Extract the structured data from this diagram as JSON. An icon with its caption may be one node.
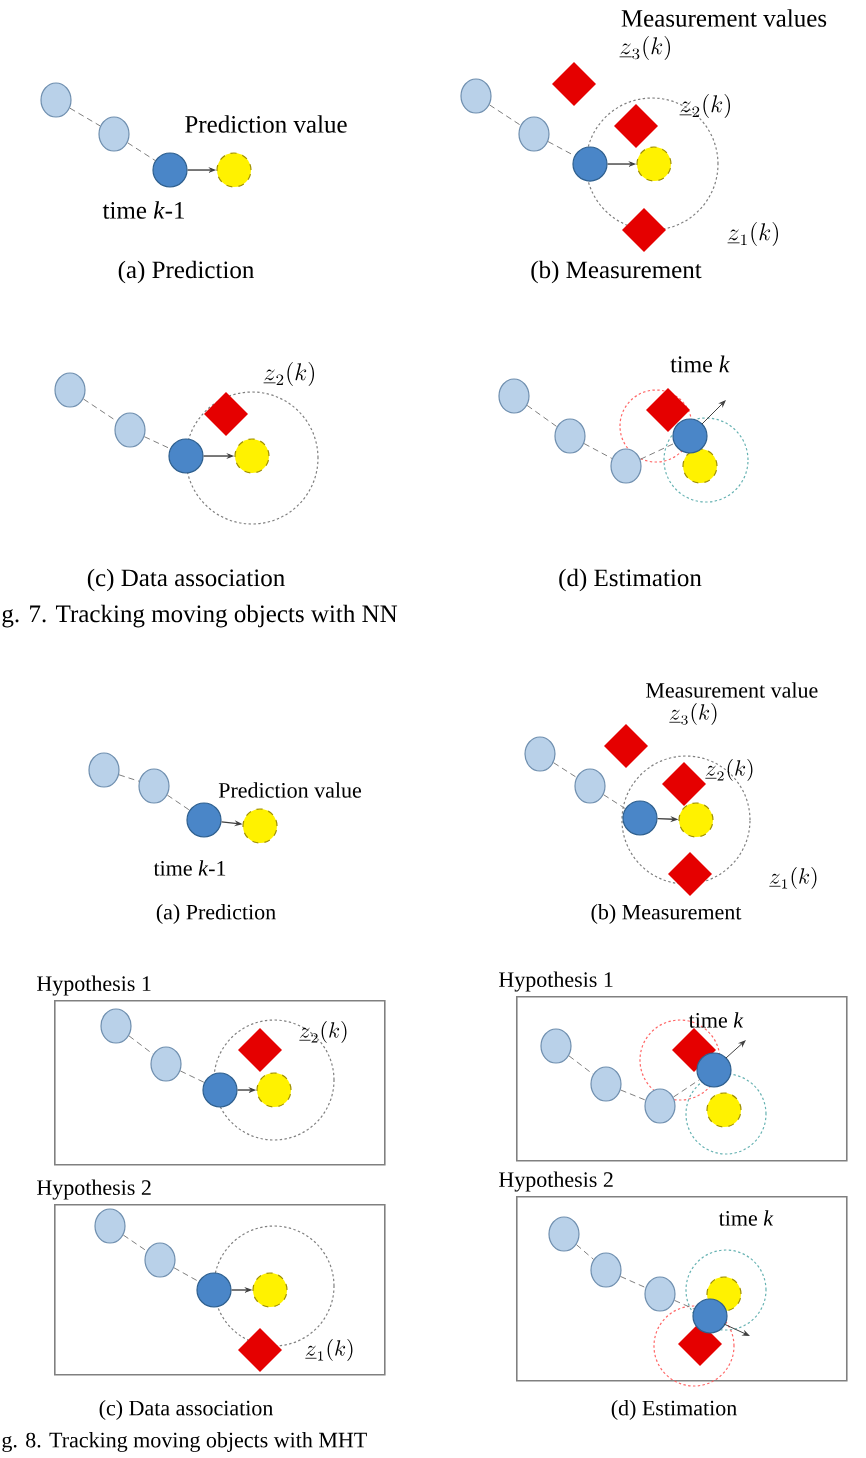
{
  "diagram": {
    "nodes": [
      {
        "text": [],
        "shape": "circle"
      },
      {
        "text": [],
        "shape": "circle"
      },
      {
        "text": [],
        "shape": "circle"
      },
      {
        "text": [],
        "shape": "circle"
      },
      {
        "text": [],
        "shape": "circle"
      },
      {
        "text": [],
        "shape": "circle"
      },
      {
        "text": [],
        "shape": "circle"
      },
      {
        "text": [],
        "shape": "circle"
      },
      {
        "text": [],
        "shape": "circle"
      },
      {
        "text": [],
        "shape": "circle"
      },
      {
        "text": [],
        "shape": "circle"
      },
      {
        "text": [],
        "shape": "circle"
      },
      {
        "text": [],
        "shape": "circle"
      },
      {
        "text": [],
        "shape": "circle"
      },
      {
        "text": [],
        "shape": "circle"
      },
      {
        "text": [],
        "shape": "circle"
      },
      {
        "text": [],
        "shape": "circle"
      },
      {
        "text": [],
        "shape": "circle"
      },
      {
        "text": [],
        "shape": "circle"
      },
      {
        "text": [],
        "shape": "circle"
      },
      {
        "text": [],
        "shape": "circle"
      },
      {
        "text": [],
        "shape": "circle"
      },
      {
        "text": [],
        "shape": "circle"
      },
      {
        "text": [],
        "shape": "circle"
      },
      {
        "text": [],
        "shape": "circle"
      },
      {
        "text": [
          "Hypothesis 1"
        ]
      },
      {
        "text": [],
        "shape": "circle",
        "in": 25
      },
      {
        "text": [],
        "shape": "circle",
        "in": 25
      },
      {
        "text": [],
        "shape": "circle",
        "in": 25
      },
      {
        "text": [],
        "shape": "circle",
        "in": 25
      },
      {
        "text": [
          "Hypothesis 1"
        ]
      },
      {
        "text": [],
        "shape": "circle",
        "in": 30
      },
      {
        "text": [],
        "shape": "circle",
        "in": 30
      },
      {
        "text": [],
        "shape": "circle",
        "in": 30
      },
      {
        "text": [],
        "shape": "circle",
        "in": 30
      },
      {
        "text": [],
        "shape": "circle",
        "in": 30
      },
      {
        "text": [
          "Hypothesis 2"
        ]
      },
      {
        "text": [],
        "shape": "circle",
        "in": 36
      },
      {
        "text": [],
        "shape": "circle",
        "in": 36
      },
      {
        "text": [],
        "shape": "circle",
        "in": 36
      },
      {
        "text": [],
        "shape": "circle",
        "in": 36
      },
      {
        "text": [
          "Hypothesis 2"
        ]
      },
      {
        "text": [],
        "shape": "circle",
        "in": 41
      },
      {
        "text": [],
        "shape": "circle",
        "in": 41
      },
      {
        "text": [],
        "shape": "circle",
        "in": 41
      },
      {
        "text": [],
        "shape": "circle",
        "in": 41
      },
      {
        "text": [],
        "shape": "circle",
        "in": 41
      }
    ],
    "edges": [
      {
        "from": 0,
        "to": 1,
        "arrow": "none",
        "style": "dashed"
      },
      {
        "from": 1,
        "to": 2,
        "arrow": "none",
        "style": "dashed"
      },
      {
        "from": 2,
        "to": 3,
        "arrow": "to"
      },
      {
        "from": 4,
        "to": 5,
        "arrow": "none",
        "style": "dashed"
      },
      {
        "from": 5,
        "to": 6,
        "arrow": "none",
        "style": "dashed"
      },
      {
        "from": 6,
        "to": 7,
        "arrow": "to"
      },
      {
        "from": 8,
        "to": 9,
        "arrow": "none",
        "style": "dashed"
      },
      {
        "from": 9,
        "to": 10,
        "arrow": "none",
        "style": "dashed"
      },
      {
        "from": 10,
        "to": 11,
        "arrow": "to"
      },
      {
        "from": 12,
        "to": 13,
        "arrow": "none",
        "style": "dashed"
      },
      {
        "from": 13,
        "to": 14,
        "arrow": "none",
        "style": "dashed"
      },
      {
        "from": 14,
        "to": 15,
        "arrow": "none",
        "style": "dashed"
      },
      {
        "from": 17,
        "to": 18,
        "arrow": "none",
        "style": "dashed"
      },
      {
        "from": 18,
        "to": 19,
        "arrow": "none",
        "style": "dashed"
      },
      {
        "from": 19,
        "to": 20,
        "arrow": "to"
      },
      {
        "from": 21,
        "to": 22,
        "arrow": "none",
        "style": "dashed"
      },
      {
        "from": 22,
        "to": 23,
        "arrow": "none",
        "style": "dashed"
      },
      {
        "from": 23,
        "to": 24,
        "arrow": "to"
      },
      {
        "from": 26,
        "to": 27,
        "arrow": "none",
        "style": "dashed"
      },
      {
        "from": 27,
        "to": 28,
        "arrow": "none",
        "style": "dashed"
      },
      {
        "from": 28,
        "to": 29,
        "arrow": "to"
      },
      {
        "from": 31,
        "to": 32,
        "arrow": "none",
        "style": "dashed"
      },
      {
        "from": 32,
        "to": 33,
        "arrow": "none",
        "style": "dashed"
      },
      {
        "from": 33,
        "to": 34,
        "arrow": "none",
        "style": "dashed"
      },
      {
        "from": 37,
        "to": 38,
        "arrow": "none",
        "style": "dashed"
      },
      {
        "from": 38,
        "to": 39,
        "arrow": "none",
        "style": "dashed"
      },
      {
        "from": 39,
        "to": 40,
        "arrow": "to"
      },
      {
        "from": 42,
        "to": 43,
        "arrow": "none",
        "style": "dashed"
      },
      {
        "from": 43,
        "to": 44,
        "arrow": "none",
        "style": "dashed"
      },
      {
        "from": 44,
        "to": 45,
        "arrow": "none",
        "style": "dashed"
      }
    ],
    "labels": [
      "Measurement values",
      "\\underline{z}_3(k)",
      "Prediction value",
      "\\underline{z}_2(k)",
      "time *k*-1",
      "\\underline{z}_1(k)",
      "(a) Prediction",
      "(b) Measurement",
      "\\underline{z}_2(k)",
      "time *k*",
      "(c) Data association",
      "(d) Estimation",
      "g. 7.  Tracking moving objects with NN",
      "Measurement value",
      "\\underline{z}_3(k)",
      "Prediction value",
      "\\underline{z}_2(k)",
      "time *k*-1",
      "\\underline{z}_1(k)",
      "(a) Prediction",
      "(b) Measurement",
      "\\underline{z}_2(k)",
      "time *k*",
      "\\underline{z}_1(k)",
      "time *k*",
      "(c) Data association",
      "(d) Estimation",
      "g. 8. Tracking moving objects with MHT"
    ]
  }
}
